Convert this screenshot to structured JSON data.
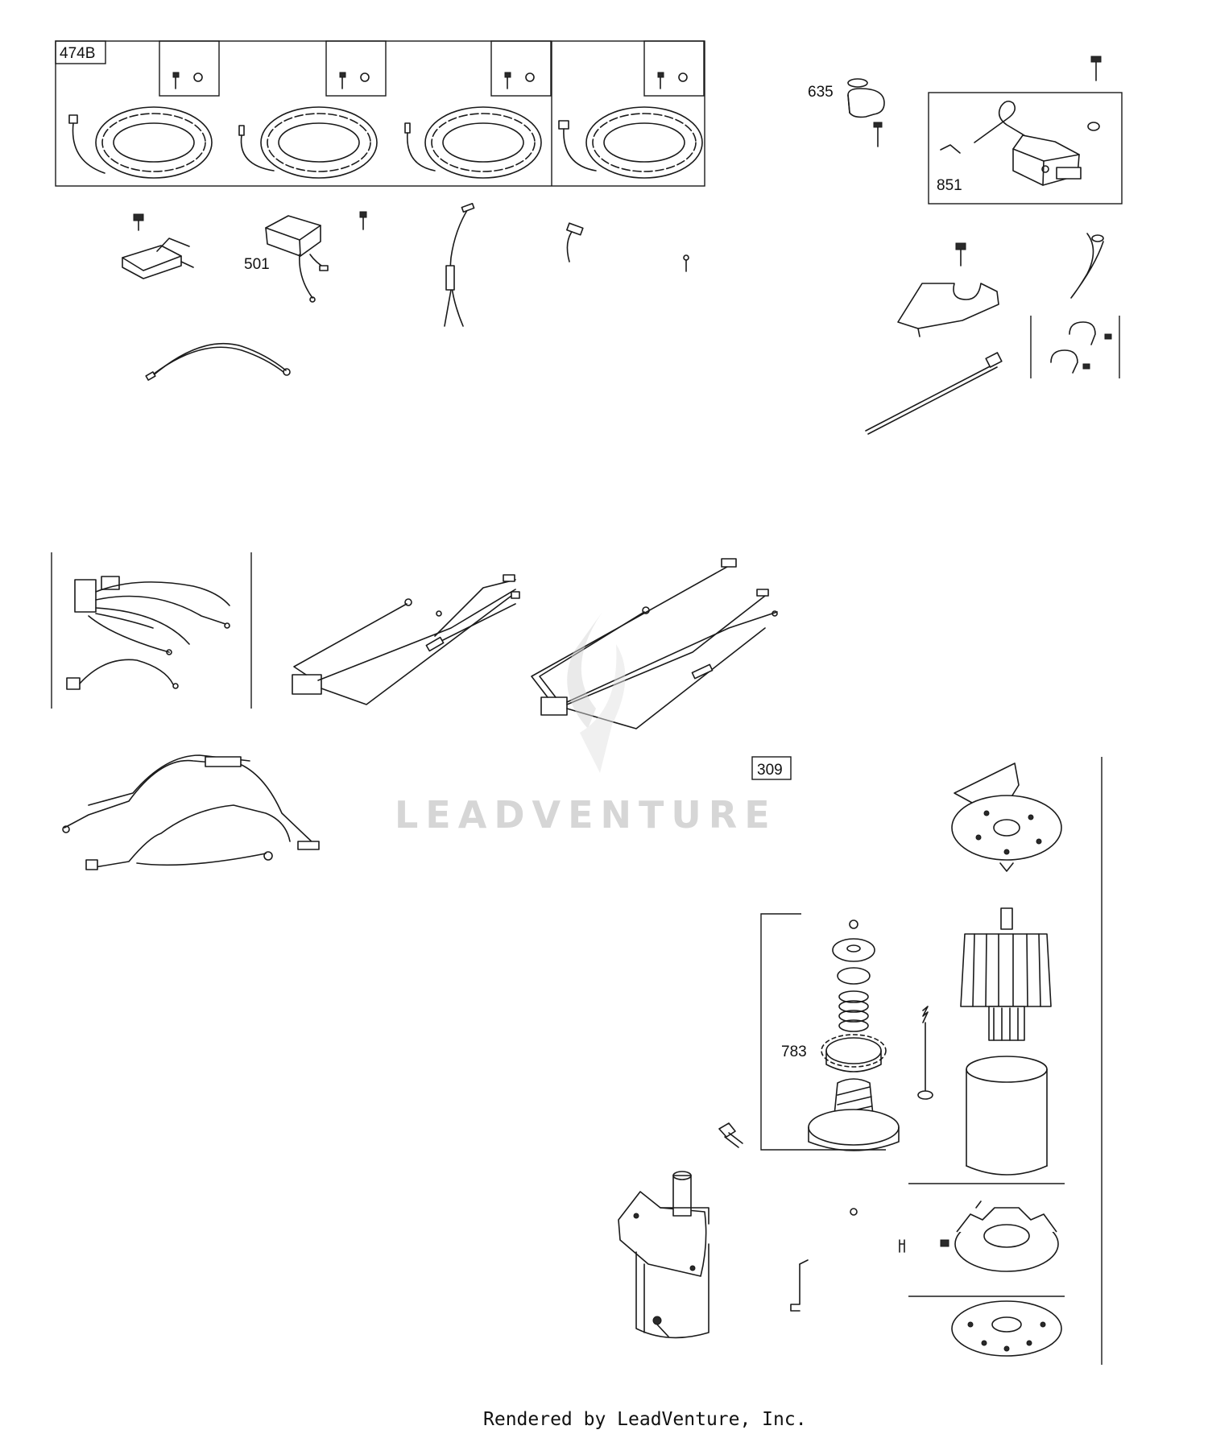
{
  "callouts": {
    "stator_kit": "474B",
    "regulator": "501",
    "fuel_solenoid_cap": "635",
    "bracket_assembly": "851",
    "starter_motor": "309",
    "starter_drive": "783"
  },
  "watermark": "LEADVENTURE",
  "footer": "Rendered by LeadVenture, Inc.",
  "colors": {
    "line": "#1a1a1a",
    "watermark": "#d6d6d6",
    "background": "#ffffff"
  },
  "icons": [
    "screw-icon",
    "washer-icon",
    "stator-coil-icon",
    "wire-harness-icon",
    "starter-motor-icon",
    "pinion-gear-icon",
    "spring-icon"
  ]
}
